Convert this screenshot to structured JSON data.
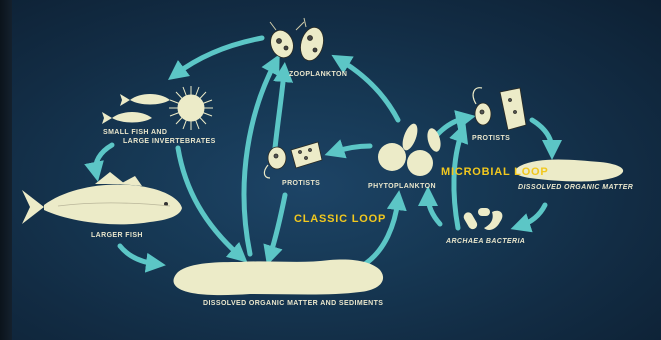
{
  "labels": {
    "zooplankton": "ZOOPLANKTON",
    "small_fish": "SMALL FISH AND",
    "large_invertebrates": "LARGE INVERTEBRATES",
    "larger_fish": "LARGER FISH",
    "protists_left": "PROTISTS",
    "protists_right": "PROTISTS",
    "phytoplankton": "PHYTOPLANKTON",
    "classic_loop": "CLASSIC LOOP",
    "microbial_loop": "MICROBIAL LOOP",
    "dom_right": "DISSOLVED ORGANIC MATTER",
    "archaea": "ARCHAEA BACTERIA",
    "dom_sediments": "DISSOLVED ORGANIC MATTER AND SEDIMENTS"
  },
  "colors": {
    "arrow": "#5cc6c6",
    "organism": "#ecebc8",
    "loop_text": "#f2c81e",
    "background": "#163854"
  },
  "icons": [
    "zooplankton-icon",
    "fish-icon",
    "urchin-icon",
    "protist-icon",
    "phytoplankton-icon",
    "bacteria-icon",
    "sediment-blob-icon"
  ]
}
